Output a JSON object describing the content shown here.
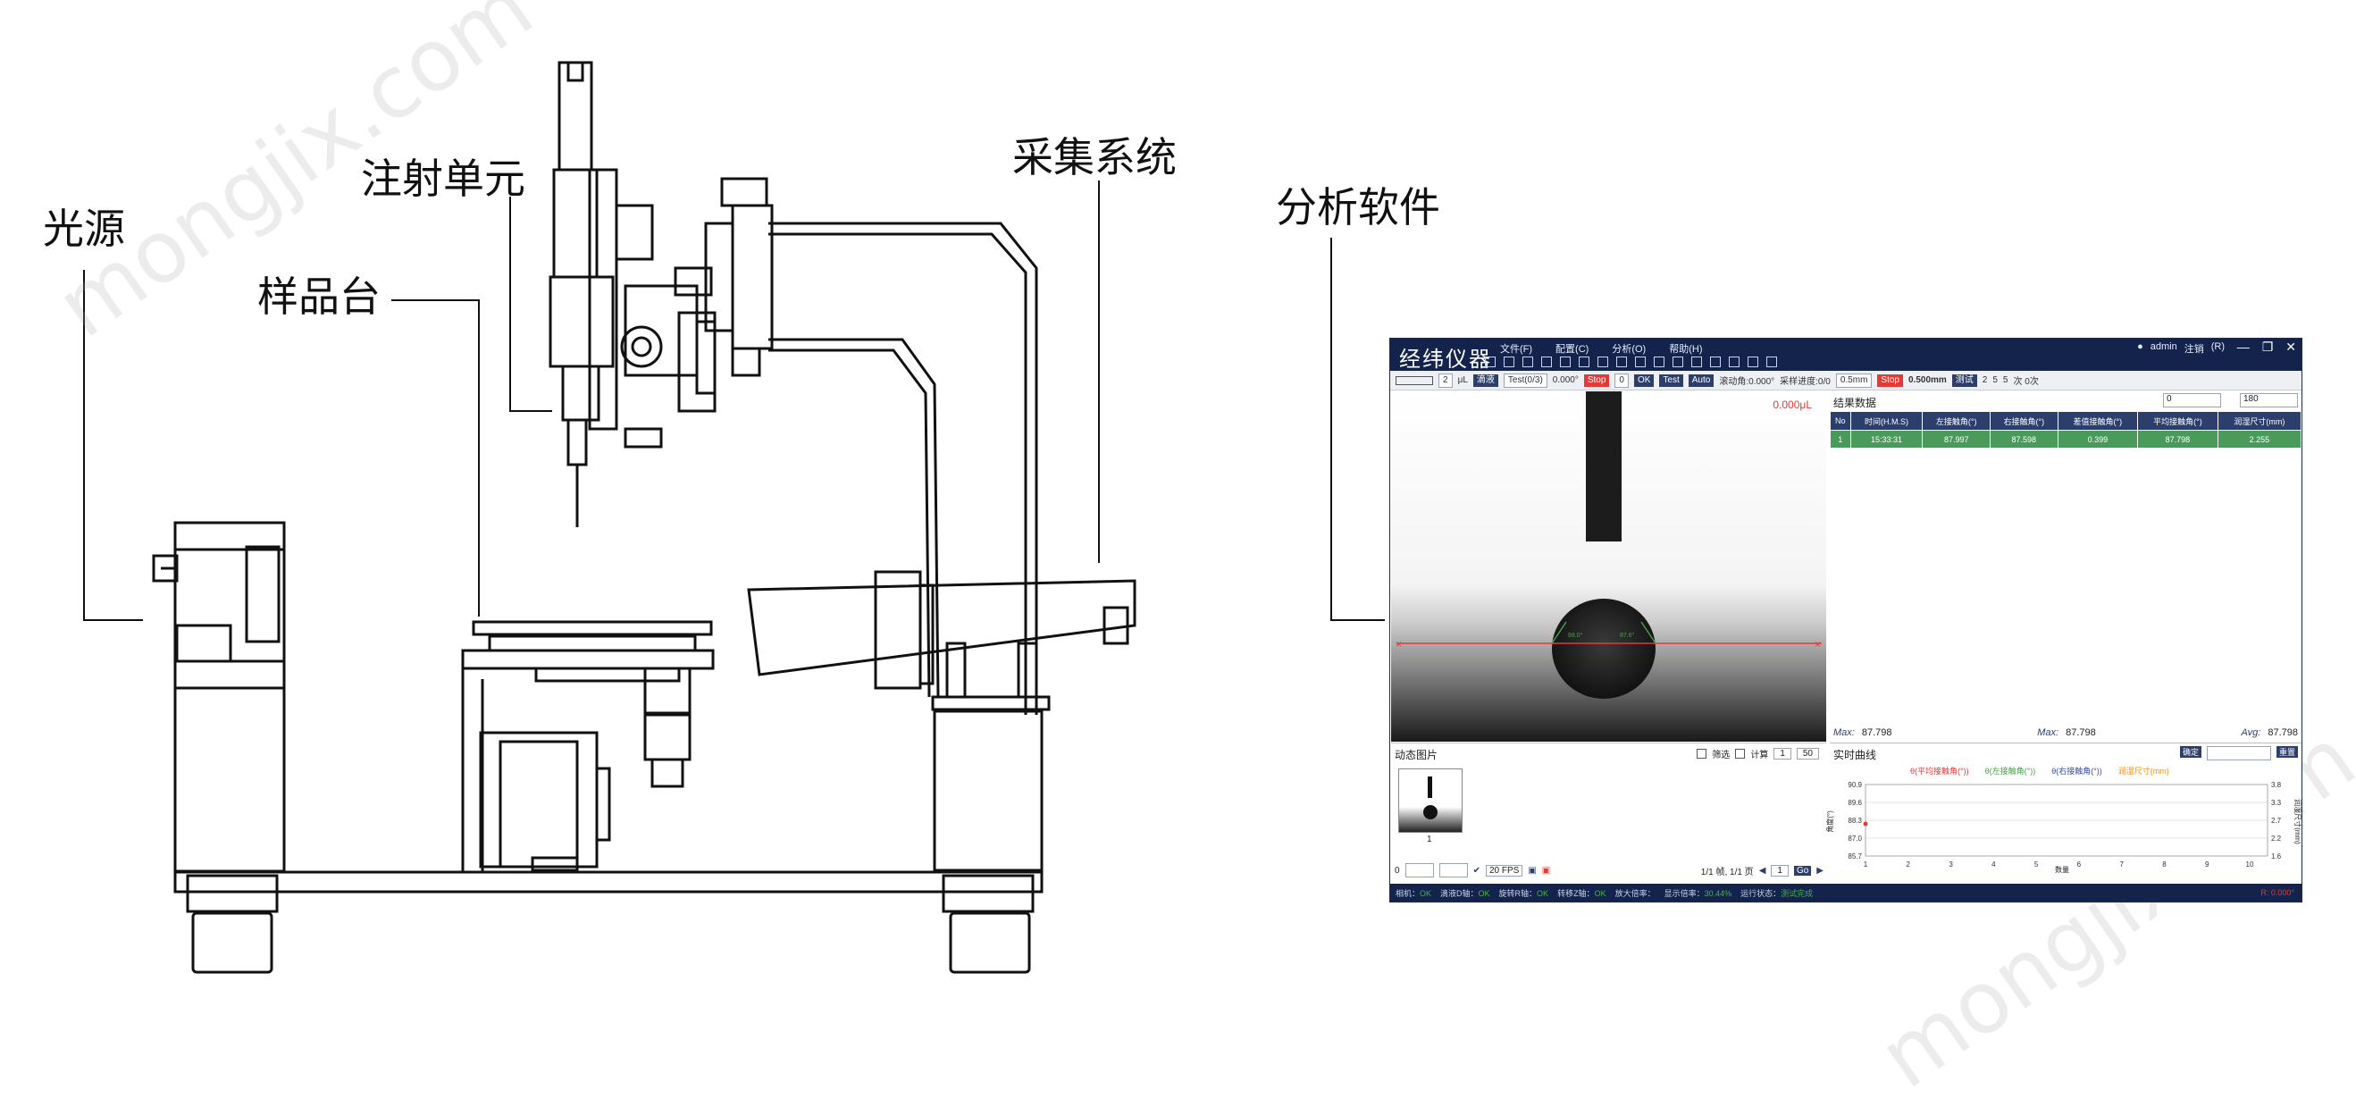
{
  "labels": {
    "light": "光源",
    "sample_stage": "样品台",
    "injection_unit": "注射单元",
    "acquisition": "采集系统",
    "software": "分析软件"
  },
  "watermarks": [
    "mongjix.com",
    "mongjix.com",
    "mongjix.com"
  ],
  "software": {
    "logo": "经纬仪器",
    "menu": [
      "文件(F)",
      "配置(C)",
      "分析(O)",
      "帮助(H)"
    ],
    "user": "admin",
    "logout": "注销",
    "logout_key": "(R)",
    "window_controls": [
      "—",
      "❐",
      "✕"
    ],
    "control_bar": {
      "volume_value": "2",
      "volume_unit": "μL",
      "mode": "滴液",
      "test_select": "Test(0/3)",
      "angle_value": "0.000°",
      "stop_label": "Stop",
      "count_value": "0",
      "ok_label": "OK",
      "test_label": "Test",
      "auto_label": "Auto",
      "roll_angle": "滚动角:0.000°",
      "sample_progress": "采样进度:0/0",
      "step_select": "0.5mm",
      "stop2_label": "Stop",
      "distance": "0.500mm",
      "test2_label": "测试",
      "range_a": "2",
      "range_b": "5",
      "range_c": "5",
      "times": "次 0次"
    },
    "camera_volume": "0.000μL",
    "results": {
      "title": "结果数据",
      "filter_from": "0",
      "filter_to": "180",
      "columns": [
        "No",
        "时间(H.M.S)",
        "左接触角(°)",
        "右接触角(°)",
        "差值接触角(°)",
        "平均接触角(°)",
        "润湿尺寸(mm)"
      ],
      "rows": [
        [
          "1",
          "15:33:31",
          "87.997",
          "87.598",
          "0.399",
          "87.798",
          "2.255"
        ]
      ],
      "max_label_1": "Max:",
      "max_value_1": "87.798",
      "max_label_2": "Max:",
      "max_value_2": "87.798",
      "avg_label": "Avg:",
      "avg_value": "87.798"
    },
    "dynamic": {
      "title": "动态图片",
      "filter_label": "筛选",
      "calc_label": "计算",
      "page_from": "1",
      "page_to": "50",
      "thumb_caption": "1",
      "start_value": "0",
      "fps": "20 FPS",
      "frame_info": "1/1 帧, 1/1 页",
      "goto_value": "1",
      "go_label": "Go"
    },
    "curve": {
      "title": "实时曲线",
      "confirm_label": "确定",
      "clear_label": "重置",
      "legend": [
        "θ(平均接触角(°))",
        "θ(左接触角(°))",
        "θ(右接触角(°))",
        "润湿尺寸(mm)"
      ],
      "legend_colors": [
        "#e53935",
        "#43a047",
        "#3949ab",
        "#fb8c00"
      ],
      "y_left_label": "角度(°)",
      "y_right_label": "润湿尺寸(mm)",
      "x_label": "数量",
      "y_left_ticks": [
        "90.9",
        "89.6",
        "88.3",
        "87.0",
        "85.7"
      ],
      "y_right_ticks": [
        "3.8",
        "3.3",
        "2.7",
        "2.2",
        "1.6"
      ],
      "x_ticks": [
        "1",
        "2",
        "3",
        "4",
        "5",
        "6",
        "7",
        "8",
        "9",
        "10"
      ]
    },
    "status": [
      {
        "label": "相机：",
        "value": "OK"
      },
      {
        "label": "滴液D轴：",
        "value": "OK"
      },
      {
        "label": "旋转R轴：",
        "value": "OK"
      },
      {
        "label": "转移Z轴：",
        "value": "OK"
      },
      {
        "label": "放大倍率：",
        "value": ""
      },
      {
        "label": "显示倍率：",
        "value": "30.44%"
      },
      {
        "label": "运行状态：",
        "value": "测试完成"
      }
    ],
    "status_right": "R: 0.000°",
    "angle_left": "88.0°",
    "angle_right": "87.6°"
  },
  "colors": {
    "navy": "#13234b",
    "table_header": "#2c3e6b",
    "row_green": "#4a9a5c",
    "accent_red": "#e53935"
  }
}
